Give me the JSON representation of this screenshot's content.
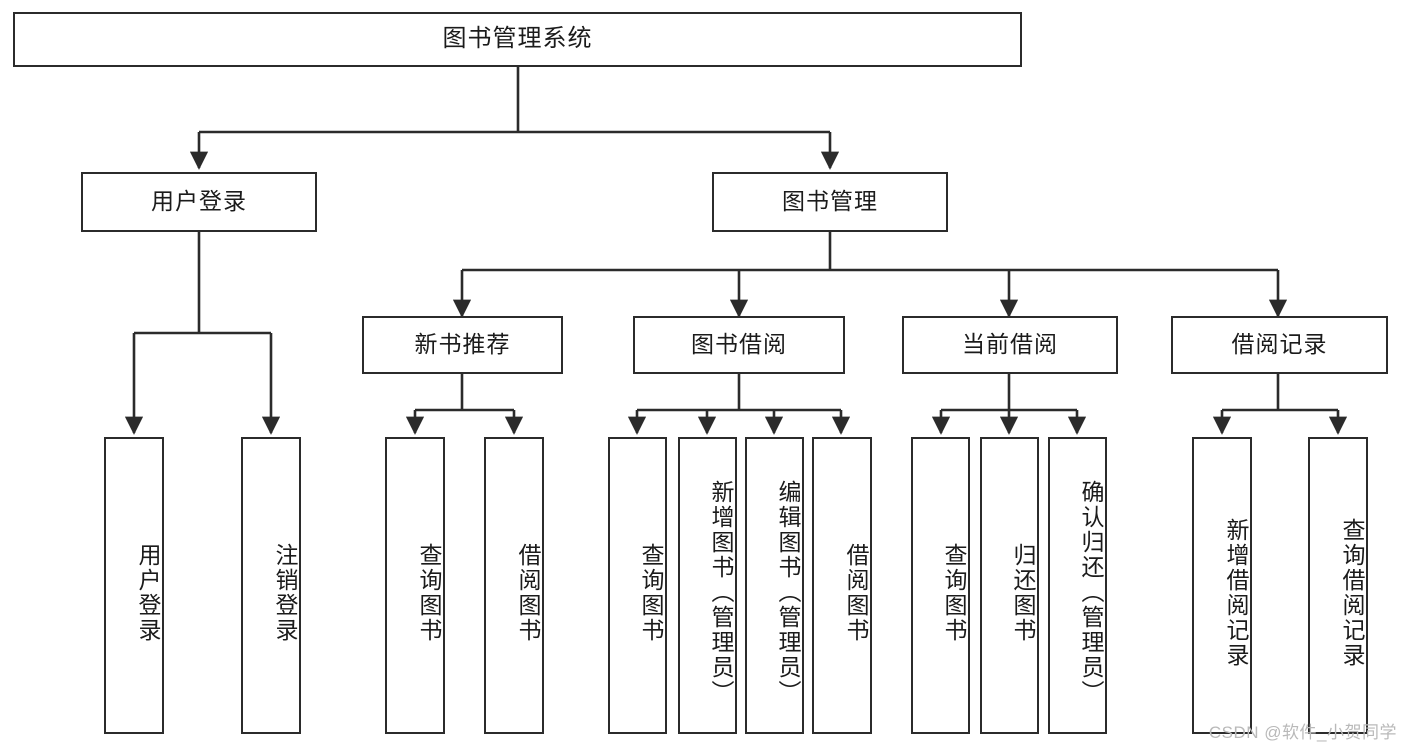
{
  "diagram": {
    "title": "图书管理系统",
    "watermark": "CSDN @软件_小贺同学",
    "colors": {
      "box_border": "#2b2b2b",
      "box_fill": "#ffffff",
      "edge": "#2b2b2b",
      "text": "#1b1b1b",
      "watermark": "#b9b9b9"
    },
    "root": {
      "label": "图书管理系统"
    },
    "level2": [
      {
        "label": "用户登录"
      },
      {
        "label": "图书管理"
      }
    ],
    "level3": [
      {
        "label": "新书推荐"
      },
      {
        "label": "图书借阅"
      },
      {
        "label": "当前借阅"
      },
      {
        "label": "借阅记录"
      }
    ],
    "leaves": {
      "user_login": [
        {
          "label": "用户登录"
        },
        {
          "label": "注销登录"
        }
      ],
      "new_book_recommend": [
        {
          "label": "查询图书"
        },
        {
          "label": "借阅图书"
        }
      ],
      "book_borrow": [
        {
          "label": "查询图书"
        },
        {
          "label": "新增图书（管理员）"
        },
        {
          "label": "编辑图书（管理员）"
        },
        {
          "label": "借阅图书"
        }
      ],
      "current_borrow": [
        {
          "label": "查询图书"
        },
        {
          "label": "归还图书"
        },
        {
          "label": "确认归还（管理员）"
        }
      ],
      "borrow_record": [
        {
          "label": "新增借阅记录"
        },
        {
          "label": "查询借阅记录"
        }
      ]
    }
  }
}
